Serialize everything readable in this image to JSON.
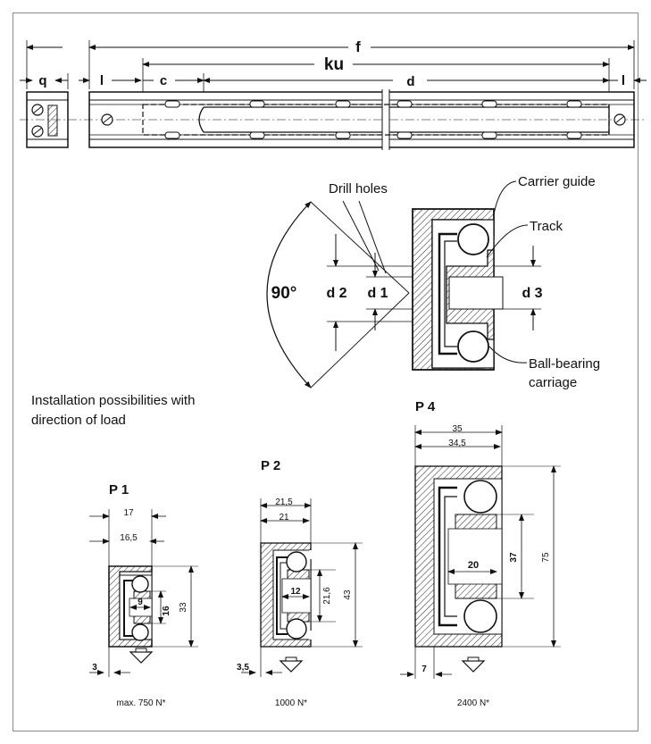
{
  "top": {
    "labels": {
      "f": "f",
      "ku": "ku",
      "q": "q",
      "l_left": "l",
      "c": "c",
      "d": "d",
      "l_right": "l"
    }
  },
  "cross_section": {
    "angle": "90°",
    "drill_holes": "Drill holes",
    "carrier_guide": "Carrier guide",
    "track": "Track",
    "ball_bearing_line1": "Ball-bearing",
    "ball_bearing_line2": "carriage",
    "d1": "d 1",
    "d2": "d 2",
    "d3": "d 3"
  },
  "installation": {
    "caption_line1": "Installation possibilities with",
    "caption_line2": "direction of load"
  },
  "profiles": {
    "p1": {
      "title": "P 1",
      "w_outer": "17",
      "w_inner": "16,5",
      "inner": "9",
      "height_inner": "16",
      "height": "33",
      "offset": "3",
      "load": "max. 750 N*"
    },
    "p2": {
      "title": "P 2",
      "w_outer": "21,5",
      "w_inner": "21",
      "inner": "12",
      "height_inner": "21,6",
      "height": "43",
      "offset": "3,5",
      "load": "1000 N*"
    },
    "p4": {
      "title": "P 4",
      "w_outer": "35",
      "w_inner": "34,5",
      "inner": "20",
      "height_inner": "37",
      "height": "75",
      "offset": "7",
      "load": "2400 N*"
    }
  }
}
